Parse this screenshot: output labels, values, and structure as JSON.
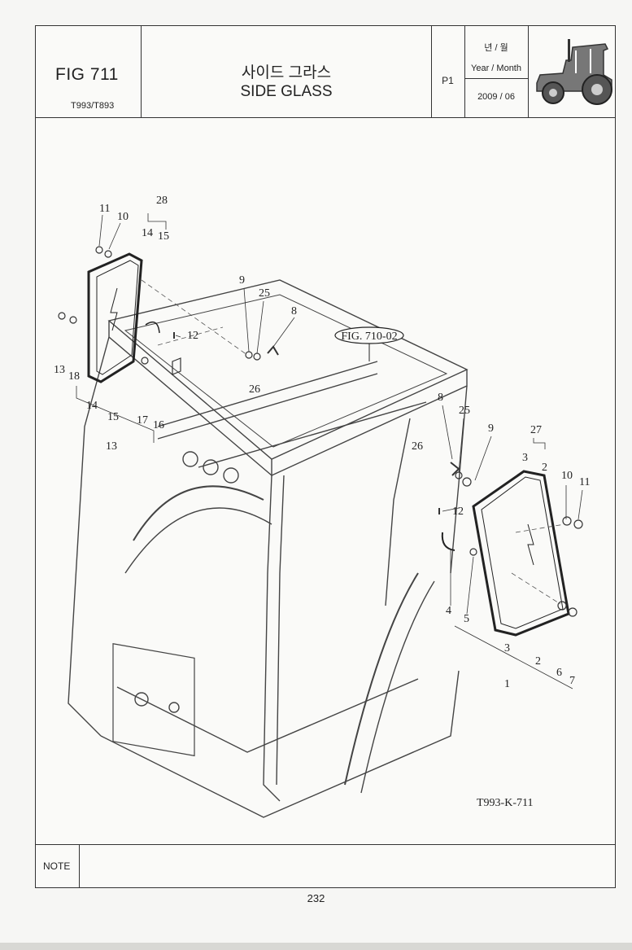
{
  "header": {
    "fig": "FIG 711",
    "model": "T993/T893",
    "title_ko": "사이드 그라스",
    "title_en": "SIDE GLASS",
    "page": "P1",
    "ym_ko": "년 / 월",
    "ym_en": "Year / Month",
    "ym_value": "2009 / 06",
    "logo_icon": "tractor-icon"
  },
  "drawing": {
    "ref_label": "FIG. 710-02",
    "code": "T993-K-711",
    "callouts": {
      "l28": "28",
      "l11": "11",
      "l10": "10",
      "l14": "14",
      "l15": "15",
      "l13": "13",
      "l18": "18",
      "l12": "12",
      "l14b": "14",
      "l15b": "15",
      "l17": "17",
      "l16": "16",
      "l13b": "13",
      "l9": "9",
      "l25": "25",
      "l8": "8",
      "l26": "26",
      "r8": "8",
      "r25": "25",
      "r9": "9",
      "r26": "26",
      "r27": "27",
      "r3": "3",
      "r2": "2",
      "r10": "10",
      "r11": "11",
      "r12": "12",
      "r4": "4",
      "r5": "5",
      "r3b": "3",
      "r2b": "2",
      "r6": "6",
      "r7": "7",
      "r1": "1"
    }
  },
  "note": {
    "label": "NOTE"
  },
  "footer": {
    "page_number": "232"
  }
}
